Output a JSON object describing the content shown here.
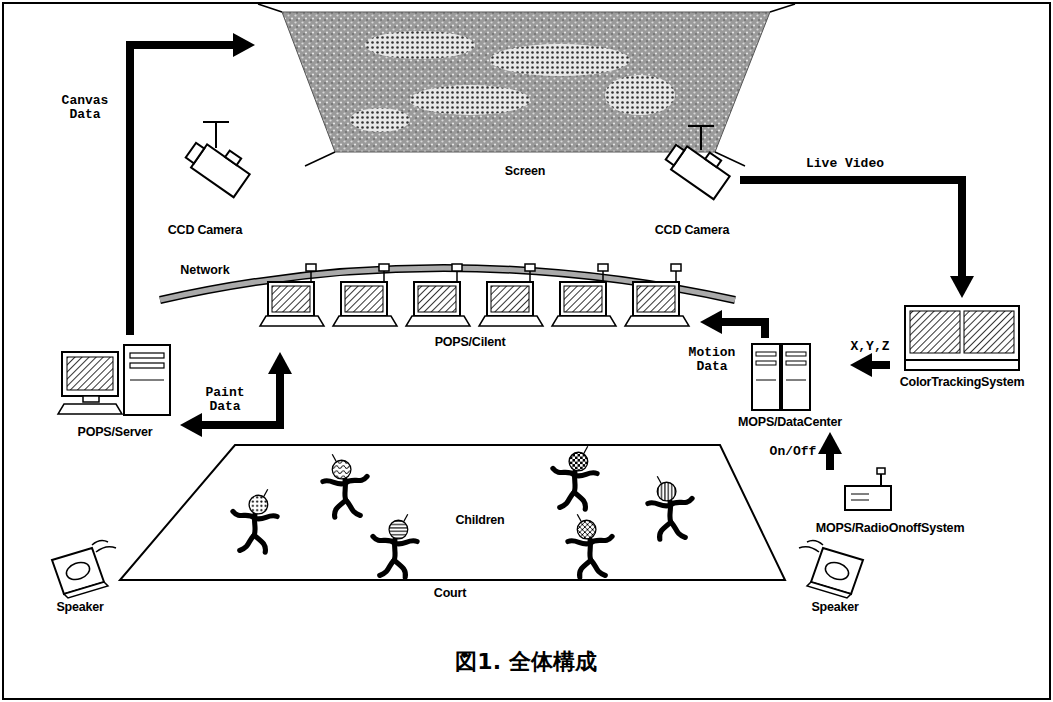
{
  "diagram": {
    "caption": "図1. 全体構成",
    "nodes": [
      {
        "text": [
          "Screen"
        ]
      },
      {
        "text": [
          "CCD Camera"
        ]
      },
      {
        "text": [
          "CCD Camera"
        ]
      },
      {
        "text": [
          "POPS/Cilent"
        ]
      },
      {
        "text": [
          "POPS/Server"
        ]
      },
      {
        "text": [
          "MOPS/DataCenter"
        ]
      },
      {
        "text": [
          "ColorTrackingSystem"
        ]
      },
      {
        "text": [
          "MOPS/RadioOnoffSystem"
        ]
      },
      {
        "text": [
          "Children",
          "Court"
        ]
      },
      {
        "text": [
          "Speaker"
        ]
      },
      {
        "text": [
          "Speaker"
        ]
      }
    ],
    "edges": [
      {
        "from": 4,
        "to": 0,
        "label": "Canvas Data",
        "arrow": "to"
      },
      {
        "from": 2,
        "to": 6,
        "label": "Live Video",
        "arrow": "to"
      },
      {
        "from": 6,
        "to": 5,
        "label": "X,Y,Z",
        "arrow": "to"
      },
      {
        "from": 5,
        "to": 3,
        "label": "Motion Data",
        "arrow": "to"
      },
      {
        "from": 4,
        "to": 3,
        "label": "Paint Data",
        "arrow": "both"
      },
      {
        "from": 7,
        "to": 5,
        "label": "On/Off",
        "arrow": "to"
      }
    ],
    "labels": [
      "Network"
    ]
  }
}
